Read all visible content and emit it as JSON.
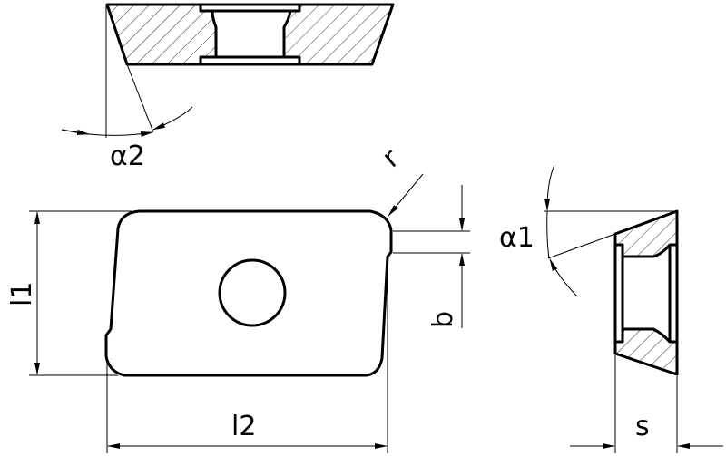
{
  "drawing": {
    "labels": {
      "alpha2": "α2",
      "alpha1": "α1",
      "l1": "l1",
      "l2": "l2",
      "r": "r",
      "b": "b",
      "s": "s"
    },
    "line_color": "#000000",
    "background": "#ffffff"
  }
}
